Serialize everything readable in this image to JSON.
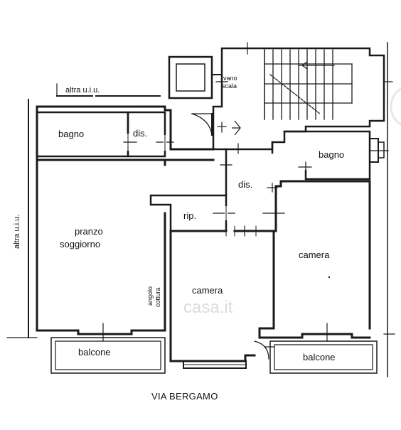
{
  "labels": {
    "altra_uiu_top": "altra u.i.u.",
    "altra_uiu_left": "altra u.i.u.",
    "vano_scala_1": "vano",
    "vano_scala_2": "scala",
    "bagno_left": "bagno",
    "dis_left": "dis.",
    "bagno_right": "bagno",
    "dis_center": "dis.",
    "rip": "rip.",
    "pranzo": "pranzo",
    "soggiorno": "soggiorno",
    "angolo": "angolo",
    "cottura": "cottura",
    "camera_center": "camera",
    "camera_right": "camera",
    "balcone_left": "balcone",
    "balcone_right": "balcone",
    "street": "VIA BERGAMO",
    "watermark": "casa.it"
  },
  "colors": {
    "line": "#1a1a1a",
    "watermark": "#dcdcdc"
  }
}
